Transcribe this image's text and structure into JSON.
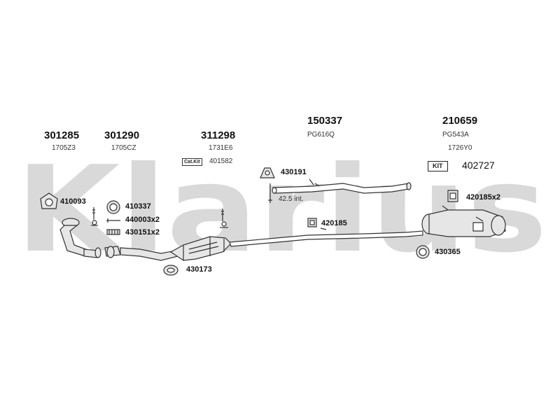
{
  "watermark": {
    "brand": "Klarius"
  },
  "kit": {
    "tag_label": "KIT",
    "number": "402727"
  },
  "groups": [
    {
      "id": "301285",
      "code": "1705Z3"
    },
    {
      "id": "301290",
      "code": "1705CZ"
    },
    {
      "id": "311298",
      "code": "1731E6",
      "cat_kit_label": "Cat.Kit",
      "cat_kit_number": "401582"
    },
    {
      "id": "150337",
      "code": "PG616Q"
    },
    {
      "id": "210659",
      "code": "PG543A",
      "sub_code": "1726Y0"
    }
  ],
  "parts": {
    "p410093": "410093",
    "p410337": "410337",
    "p440003": "440003x2",
    "p430151": "430151x2",
    "p430173": "430173",
    "p430191": "430191",
    "p42_5": "42.5 int.",
    "p420185": "420185",
    "p420185x2": "420185x2",
    "p430365": "430365"
  },
  "colors": {
    "watermark": "#d9d9d9",
    "line": "#333333",
    "fill": "#e6e6e6"
  }
}
